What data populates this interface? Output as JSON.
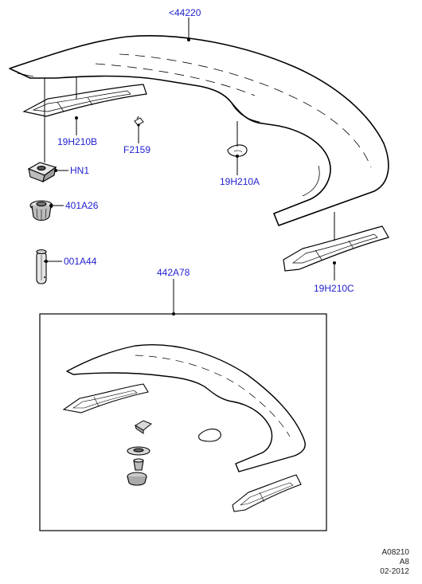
{
  "callouts": {
    "spoiler": "<44220",
    "seal_b": "19H210B",
    "clip": "F2159",
    "nut": "HN1",
    "seal_a": "19H210A",
    "grommet": "401A26",
    "pin": "001A44",
    "kit": "442A78",
    "seal_c": "19H210C"
  },
  "reference": {
    "code": "A08210",
    "rev": "A8",
    "date": "02-2012"
  },
  "colors": {
    "callout": "#1f1fd0",
    "line": "#000000"
  }
}
